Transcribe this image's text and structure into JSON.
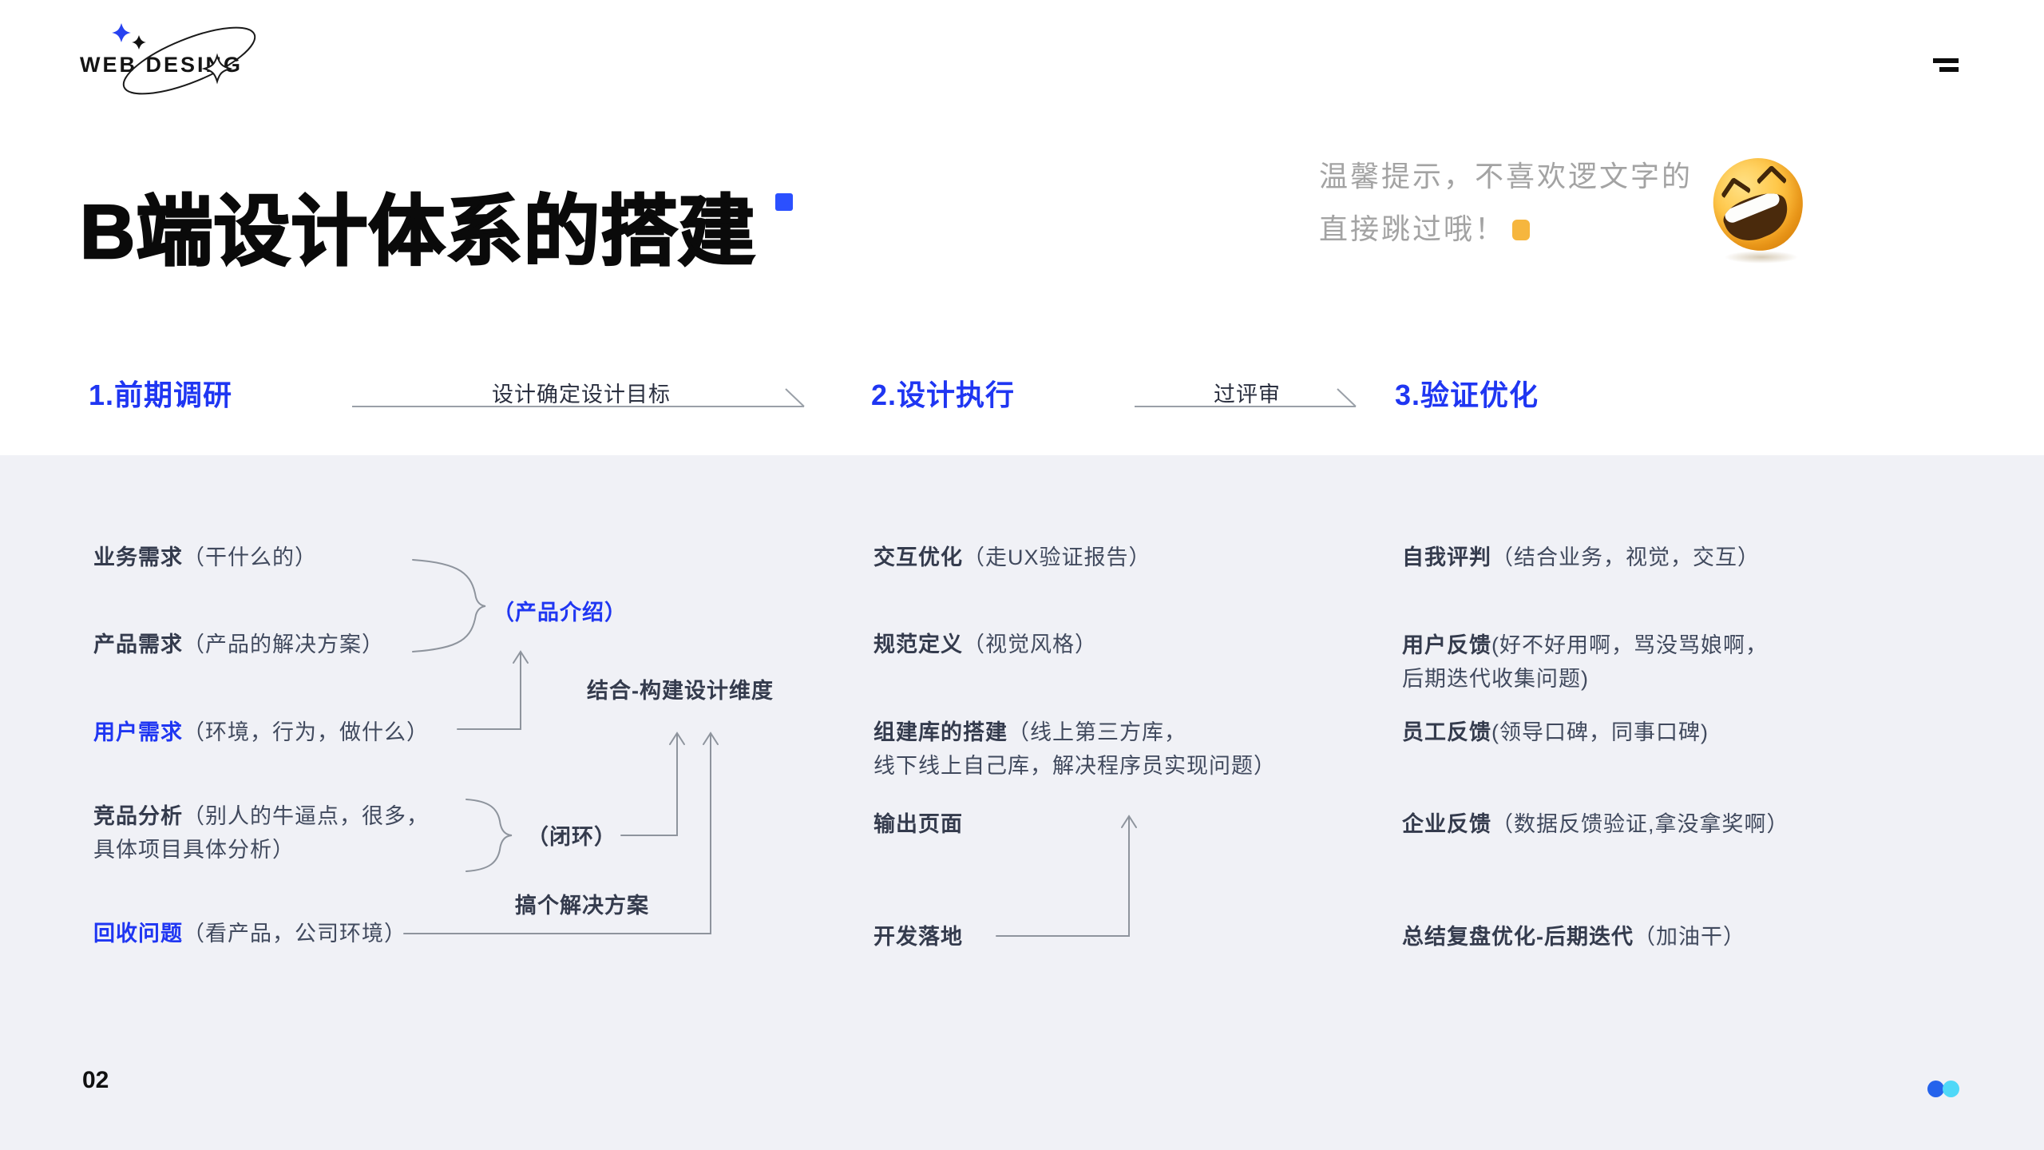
{
  "logo": {
    "text": "WEB DESING"
  },
  "hero": {
    "title": "B端设计体系的搭建",
    "tip_line1": "温馨提示，不喜欢逻文字的",
    "tip_line2": "直接跳过哦！"
  },
  "steps": [
    {
      "label": "1.前期调研"
    },
    {
      "label": "2.设计执行"
    },
    {
      "label": "3.验证优化"
    }
  ],
  "transitions": [
    {
      "label": "设计确定设计目标"
    },
    {
      "label": "过评审"
    }
  ],
  "columns": {
    "research": {
      "items": [
        {
          "term": "业务需求",
          "detail": "（干什么的）"
        },
        {
          "term": "产品需求",
          "detail": "（产品的解决方案）"
        },
        {
          "term": "用户需求",
          "detail": "（环境，行为，做什么）"
        },
        {
          "term": "竞品分析",
          "detail": "（别人的牛逼点，很多，",
          "detail2": "具体项目具体分析）"
        },
        {
          "term": "回收问题",
          "detail": "（看产品，公司环境）"
        }
      ],
      "annotations": {
        "product_intro": "（产品介绍）",
        "combine": "结合-构建设计维度",
        "closed_loop": "（闭环）",
        "solution": "搞个解决方案"
      }
    },
    "execution": {
      "items": [
        {
          "term": "交互优化",
          "detail": "（走UX验证报告）"
        },
        {
          "term": "规范定义",
          "detail": "（视觉风格）"
        },
        {
          "term": "组建库的搭建",
          "detail": "（线上第三方库，",
          "detail2": "线下线上自己库，解决程序员实现问题）"
        },
        {
          "term": "输出页面",
          "detail": ""
        },
        {
          "term": "开发落地",
          "detail": ""
        }
      ]
    },
    "validation": {
      "items": [
        {
          "term": "自我评判",
          "detail": "（结合业务，视觉，交互）"
        },
        {
          "term": "用户反馈",
          "detail": "(好不好用啊，骂没骂娘啊，",
          "detail2": "后期迭代收集问题)"
        },
        {
          "term": "员工反馈",
          "detail": "(领导口碑，同事口碑)"
        },
        {
          "term": "企业反馈",
          "detail": "（数据反馈验证,拿没拿奖啊）"
        },
        {
          "term": "总结复盘优化-后期迭代",
          "detail": "（加油干）"
        }
      ]
    }
  },
  "footer": {
    "page_number": "02"
  },
  "colors": {
    "accent_blue": "#1f36f2",
    "text_dark": "#3b4254",
    "line_gray": "#8e949d",
    "panel_gray": "#f0f1f6",
    "tip_orange": "#f6b63e",
    "title_dot_blue": "#2b50ff",
    "dot_blue": "#2563ec",
    "dot_cyan": "#4fd8f8"
  }
}
